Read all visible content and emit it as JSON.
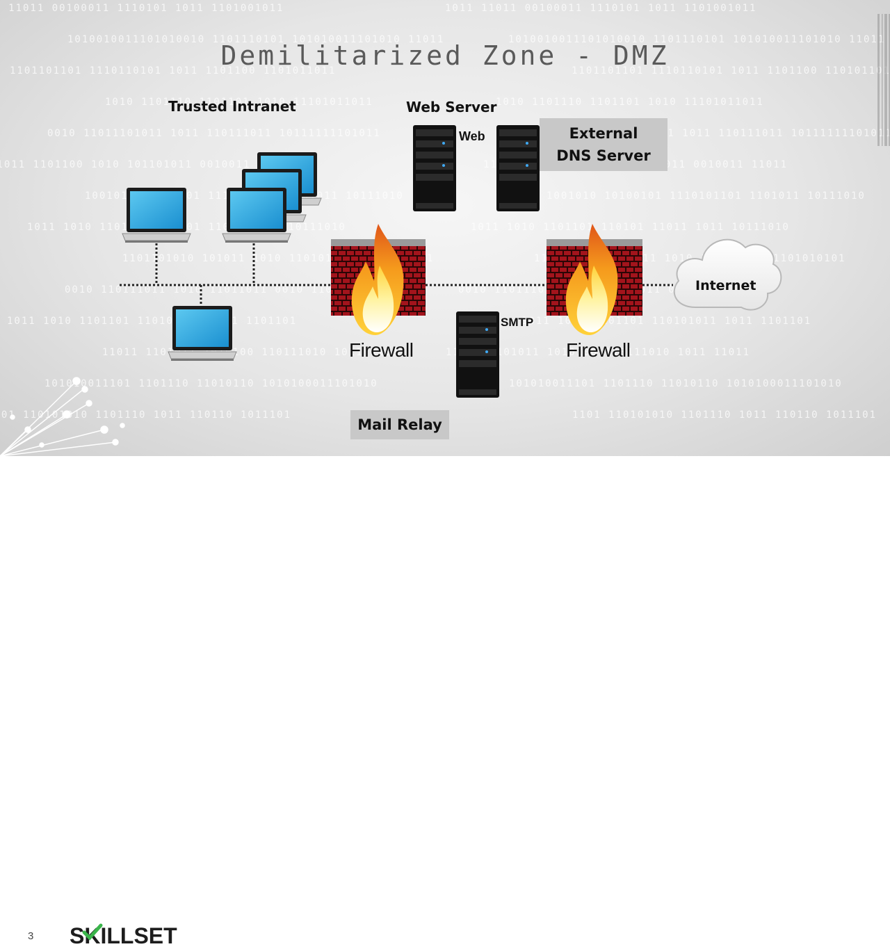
{
  "slide": {
    "title": "Demilitarized Zone - DMZ",
    "page_number": "3",
    "logo_text": "SKILLSET"
  },
  "labels": {
    "trusted_intranet": "Trusted Intranet",
    "web_server": "Web Server",
    "web_tag": "Web",
    "external_dns": "External DNS Server",
    "smtp_tag": "SMTP",
    "mail_relay": "Mail Relay",
    "firewall_left": "Firewall",
    "firewall_right": "Firewall",
    "internet": "Internet"
  },
  "binary_rows": [
    "1011   11011   00100011   1110101   1011   1101001011",
    "1010010011101010010   1101110101   101010011101010   11011",
    "1101101101   1110110101   1011   1101100   1101011011",
    "1010   1101110   1101101   1010   11101011011",
    "0010   11011101011   1011   110111011   10111111101011",
    "11011   1101100   1010   101101011   0010011   11011",
    "1001010   10100101   1110101101   1101011   10111010",
    "1011   1010   1101101   110101   11011   1011   10111010",
    "1101101010   101011   1010   110101101   1101010101",
    "0010   110111011   1010   11011011   0010   1101110",
    "1011   1010   1101101   110101011   1011   1101101",
    "11011   1101011   1010100   110111010   1011   11011",
    "101010011101   1101110   11010110   1010100011101010",
    "1101   110101010   1101110   1011   110110   1011101"
  ],
  "colors": {
    "brick": "#a3141c",
    "mortar": "#2a0606",
    "screen": "#2aa8e0",
    "server": "#111111",
    "logo_check": "#3ab54a",
    "label_box": "#c8c8c8"
  }
}
